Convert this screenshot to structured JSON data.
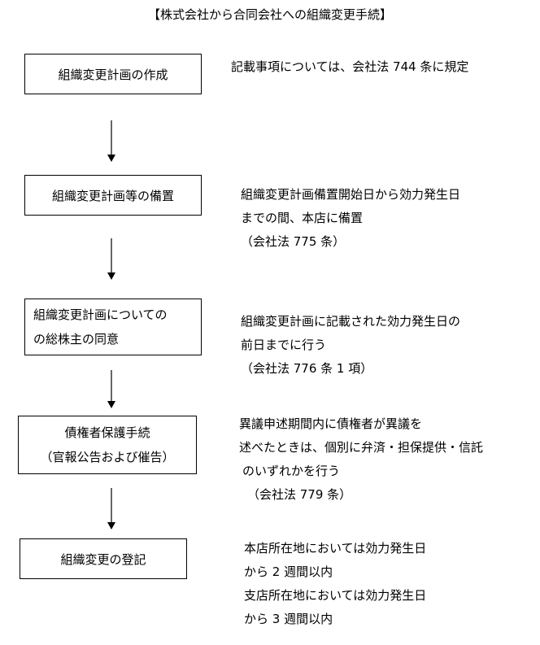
{
  "title": "【株式会社から合同会社への組織変更手続】",
  "steps": [
    {
      "lines": [
        "組織変更計画の作成"
      ]
    },
    {
      "lines": [
        "組織変更計画等の備置"
      ]
    },
    {
      "lines": [
        "組織変更計画についての",
        "の総株主の同意"
      ]
    },
    {
      "lines": [
        "債権者保護手続",
        "（官報公告および催告）"
      ]
    },
    {
      "lines": [
        "組織変更の登記"
      ]
    }
  ],
  "notes": [
    {
      "lines": [
        "記載事項については、会社法 744 条に規定"
      ]
    },
    {
      "lines": [
        "組織変更計画備置開始日から効力発生日",
        "までの間、本店に備置",
        "（会社法 775 条）"
      ]
    },
    {
      "lines": [
        "組織変更計画に記載された効力発生日の",
        "前日までに行う",
        "（会社法 776 条 1 項）"
      ]
    },
    {
      "lines": [
        "異議申述期間内に債権者が異議を",
        "述べたときは、個別に弁済・担保提供・信託",
        "のいずれかを行う",
        "（会社法 779 条）"
      ]
    },
    {
      "lines": [
        "本店所在地においては効力発生日",
        "から 2 週間以内",
        "支店所在地においては効力発生日",
        "から 3 週間以内"
      ]
    }
  ]
}
